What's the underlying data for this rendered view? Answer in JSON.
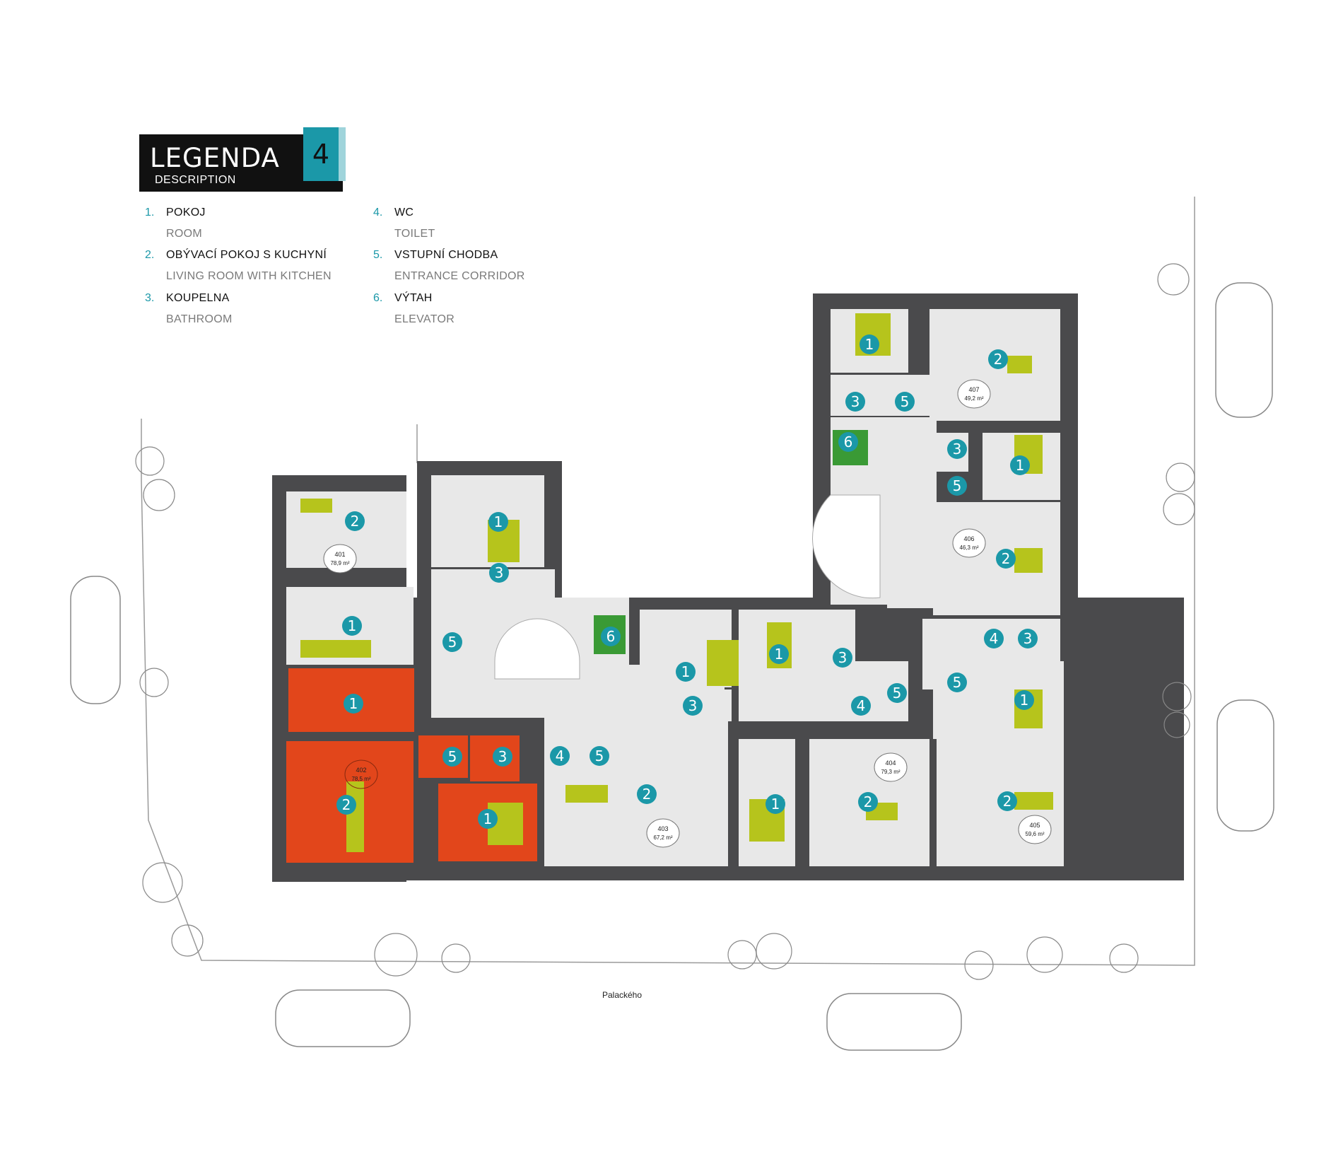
{
  "legend": {
    "title": "LEGENDA",
    "subtitle": "DESCRIPTION",
    "floor": "4",
    "items": [
      {
        "num": "1.",
        "cz": "POKOJ",
        "en": "ROOM"
      },
      {
        "num": "2.",
        "cz": "OBÝVACÍ POKOJ S KUCHYNÍ",
        "en": "LIVING ROOM WITH KITCHEN"
      },
      {
        "num": "3.",
        "cz": "KOUPELNA",
        "en": "BATHROOM"
      },
      {
        "num": "4.",
        "cz": "WC",
        "en": "TOILET"
      },
      {
        "num": "5.",
        "cz": "VSTUPNÍ CHODBA",
        "en": "ENTRANCE CORRIDOR"
      },
      {
        "num": "6.",
        "cz": "VÝTAH",
        "en": "ELEVATOR"
      }
    ]
  },
  "street": "Palackého",
  "apartments": [
    {
      "id": "401",
      "area": "78,9 m²"
    },
    {
      "id": "402",
      "area": "78,5 m²",
      "highlighted": true
    },
    {
      "id": "403",
      "area": "67,2 m²"
    },
    {
      "id": "404",
      "area": "79,3 m²"
    },
    {
      "id": "405",
      "area": "59,6 m²"
    },
    {
      "id": "406",
      "area": "46,3 m²"
    },
    {
      "id": "407",
      "area": "49,2 m²"
    }
  ],
  "room_markers": [
    "1",
    "2",
    "3",
    "4",
    "5",
    "6"
  ],
  "colors": {
    "marker": "#1b98a8",
    "highlight": "#e2461b",
    "wall": "#4a4a4c",
    "floor": "#e8e8e8",
    "furniture": "#b6c41c",
    "elevator": "#3a9a35",
    "legend_bar": "#111111"
  }
}
